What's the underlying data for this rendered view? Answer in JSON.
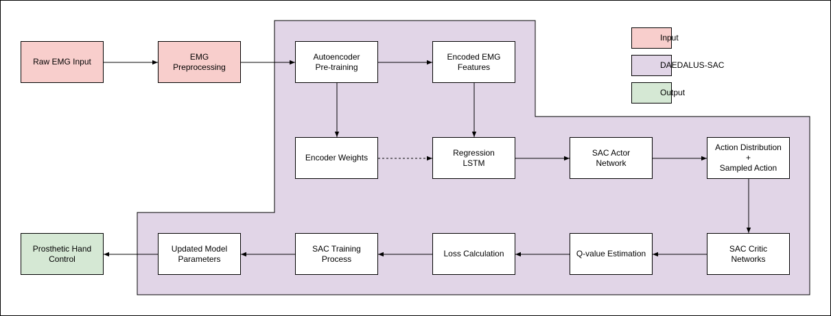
{
  "colors": {
    "input": "#f8cecc",
    "daedalus": "#e1d5e7",
    "output": "#d5e8d4",
    "stroke": "#000000"
  },
  "legend": {
    "input": "Input",
    "daedalus": "DAEDALUS-SAC",
    "output": "Output"
  },
  "nodes": {
    "raw_emg": "Raw EMG Input",
    "preprocessing": "EMG\nPreprocessing",
    "autoencoder": "Autoencoder\nPre-training",
    "encoded_features": "Encoded EMG\nFeatures",
    "encoder_weights": "Encoder Weights",
    "regression_lstm": "Regression\nLSTM",
    "sac_actor": "SAC Actor\nNetwork",
    "action_dist": "Action Distribution\n+\nSampled Action",
    "sac_critic": "SAC Critic\nNetworks",
    "q_value": "Q-value Estimation",
    "loss": "Loss Calculation",
    "sac_training": "SAC Training\nProcess",
    "updated_params": "Updated Model\nParameters",
    "prosthetic": "Prosthetic Hand\nControl"
  },
  "edges": [
    {
      "from": "raw_emg",
      "to": "preprocessing",
      "style": "solid"
    },
    {
      "from": "preprocessing",
      "to": "autoencoder",
      "style": "solid"
    },
    {
      "from": "autoencoder",
      "to": "encoded_features",
      "style": "solid"
    },
    {
      "from": "autoencoder",
      "to": "encoder_weights",
      "style": "solid"
    },
    {
      "from": "encoded_features",
      "to": "regression_lstm",
      "style": "solid"
    },
    {
      "from": "encoder_weights",
      "to": "regression_lstm",
      "style": "dashed"
    },
    {
      "from": "regression_lstm",
      "to": "sac_actor",
      "style": "solid"
    },
    {
      "from": "sac_actor",
      "to": "action_dist",
      "style": "solid"
    },
    {
      "from": "action_dist",
      "to": "sac_critic",
      "style": "solid"
    },
    {
      "from": "sac_critic",
      "to": "q_value",
      "style": "solid"
    },
    {
      "from": "q_value",
      "to": "loss",
      "style": "solid"
    },
    {
      "from": "loss",
      "to": "sac_training",
      "style": "solid"
    },
    {
      "from": "sac_training",
      "to": "updated_params",
      "style": "solid"
    },
    {
      "from": "updated_params",
      "to": "prosthetic",
      "style": "solid"
    }
  ]
}
